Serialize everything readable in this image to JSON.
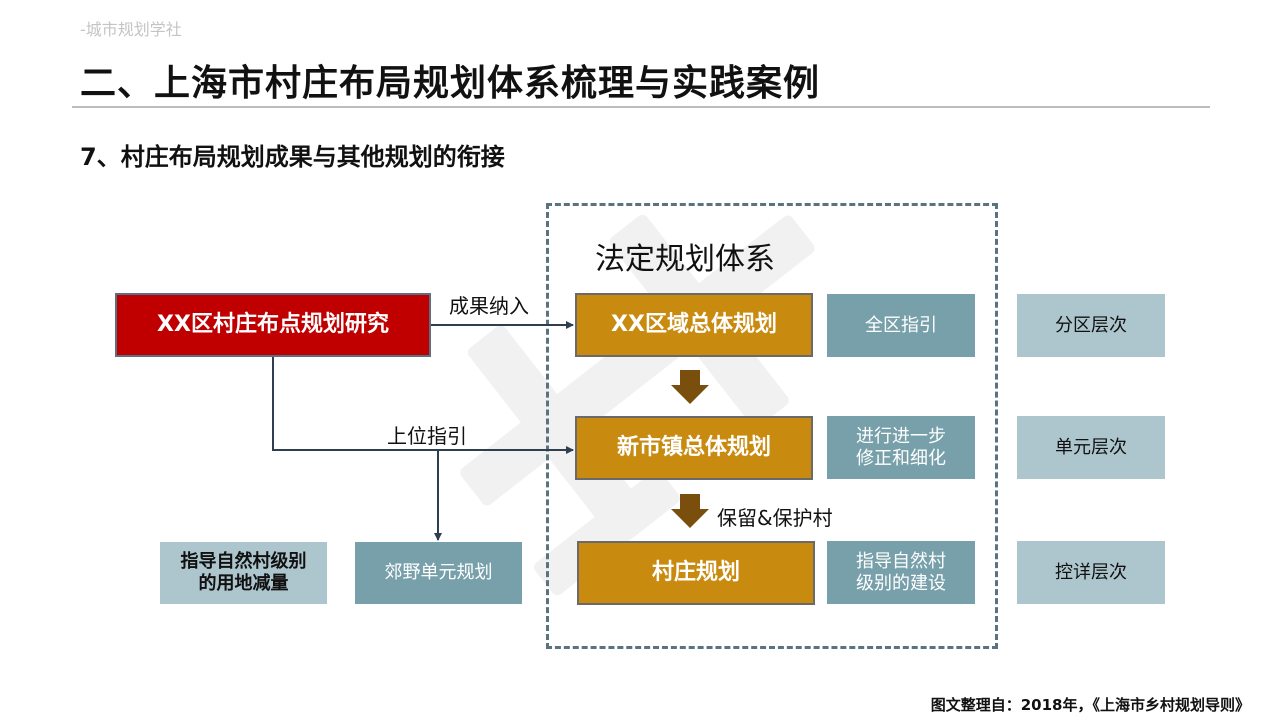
{
  "header": {
    "watermark": "-城市规划学社",
    "title": "二、上海市村庄布局规划体系梳理与实践案例",
    "subtitle": "7、村庄布局规划成果与其他规划的衔接"
  },
  "diagram": {
    "legal_system_title": "法定规划体系",
    "nodes": {
      "research": "XX区村庄布点规划研究",
      "district_plan": "XX区域总体规划",
      "town_plan": "新市镇总体规划",
      "village_plan": "村庄规划",
      "suburban_unit": "郊野单元规划",
      "land_reduction": "指导自然村级别的用地减量"
    },
    "side_notes": {
      "district_guidance": "全区指引",
      "town_refine": "进行进一步修正和细化",
      "village_build": "指导自然村级别的建设"
    },
    "levels": [
      "分区层次",
      "单元层次",
      "控详层次"
    ],
    "edge_labels": {
      "incorporate": "成果纳入",
      "upper_guidance": "上位指引",
      "preserve": "保留&保护村"
    },
    "colors": {
      "research": "#c00000",
      "legal_plans": "#c98a10",
      "notes": "#77a0ab",
      "levels": "#adc6cd",
      "frame": "#5a7380",
      "arrow_down": "#7a4f0e"
    }
  },
  "footer": {
    "source": "图文整理自：2018年，《上海市乡村规划导则》"
  }
}
